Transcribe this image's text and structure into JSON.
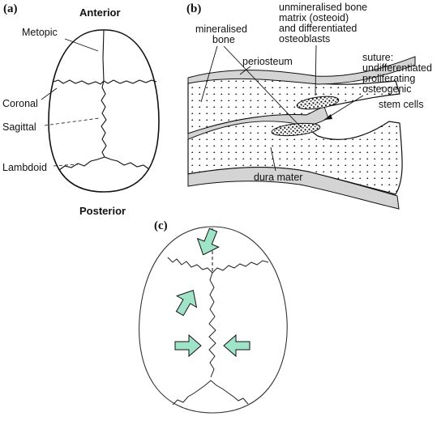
{
  "panel_a": {
    "panel_label": "(a)",
    "top_label": "Anterior",
    "bottom_label": "Posterior",
    "sutures": [
      "Metopic",
      "Coronal",
      "Sagittal",
      "Lambdoid"
    ]
  },
  "panel_b": {
    "panel_label": "(b)",
    "label_mineralised": [
      "mineralised",
      "bone"
    ],
    "label_unmineralised": [
      "unmineralised  bone",
      "matrix (osteoid)",
      "and differentiated",
      "osteoblasts"
    ],
    "label_periosteum": "periosteum",
    "label_suture": [
      "suture:",
      "undifferentiated",
      "proliferating",
      "osteogenic",
      "stem cells"
    ],
    "label_dura": "dura mater"
  },
  "panel_c": {
    "panel_label": "(c)"
  },
  "colors": {
    "arrow_fill": "#9fe3c9",
    "line": "#111111",
    "stipple_band": "#d4d4d4"
  }
}
